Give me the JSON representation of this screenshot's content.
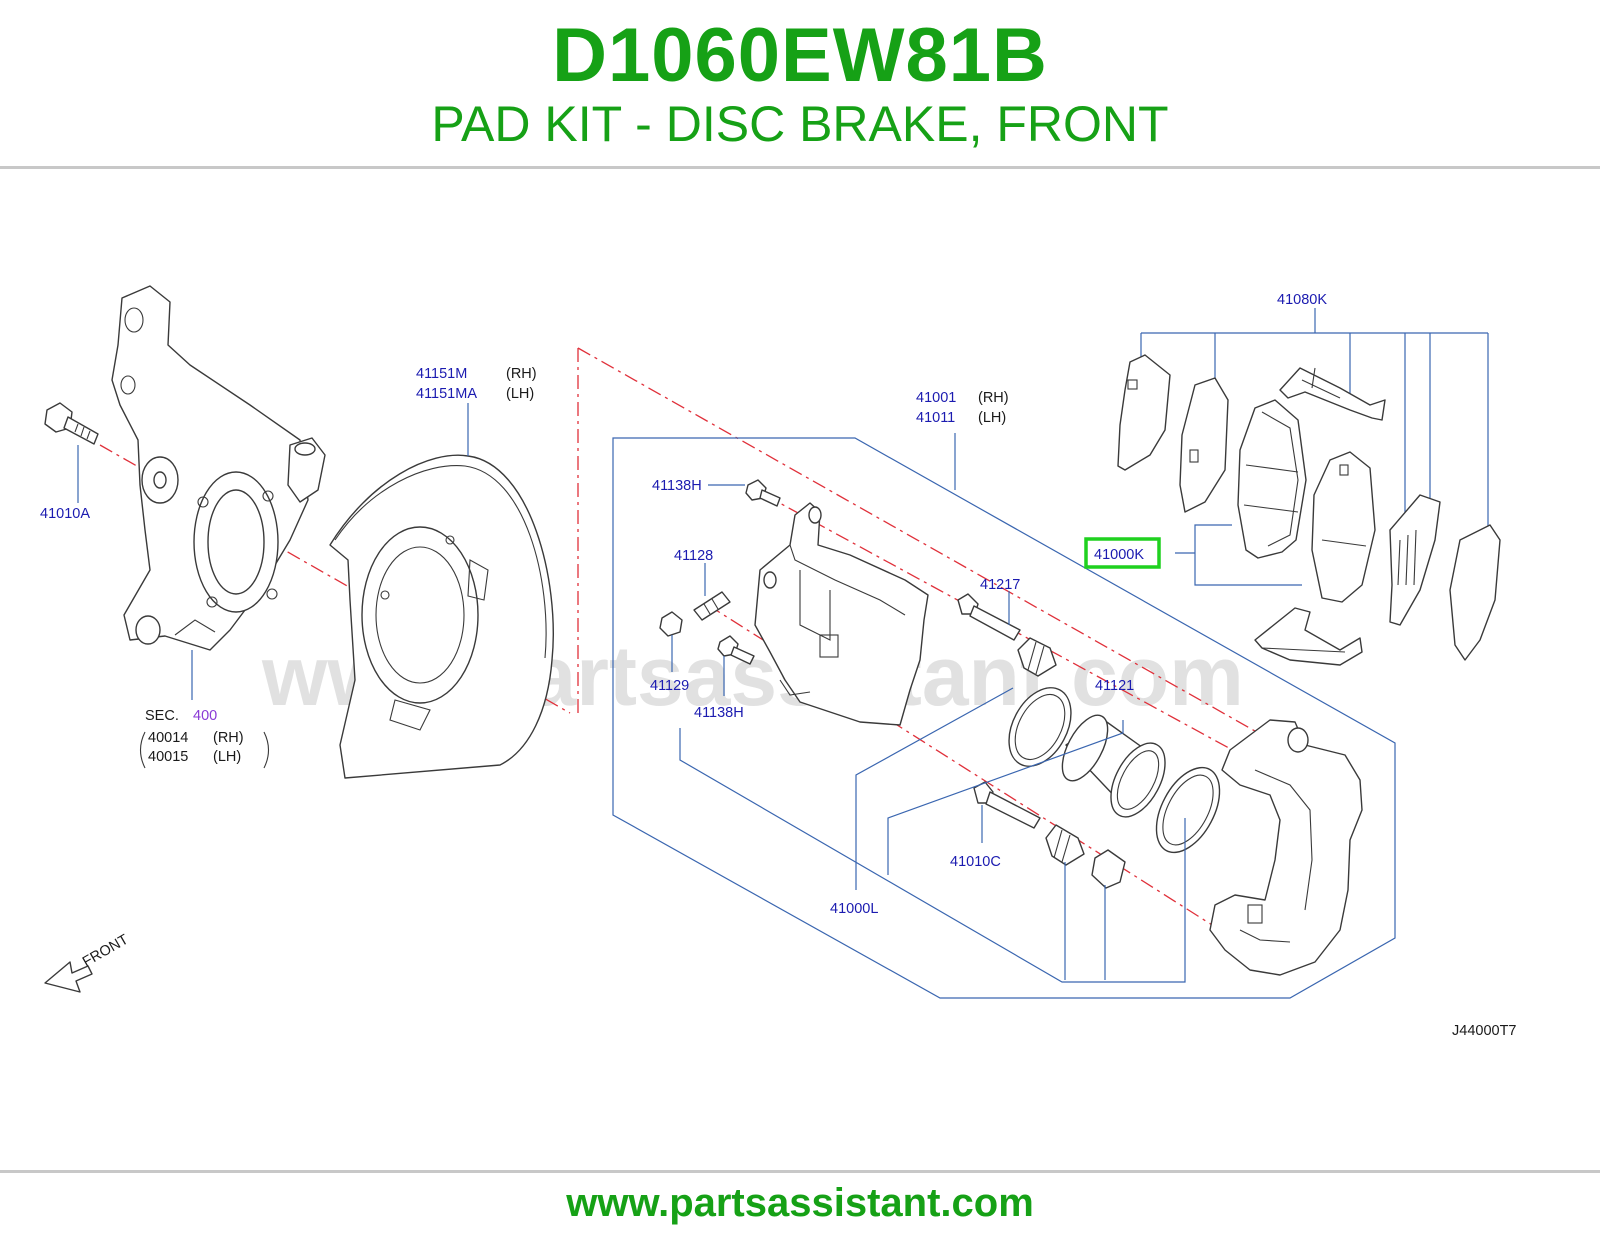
{
  "header": {
    "part_number": "D1060EW81B",
    "part_name": "PAD KIT - DISC BRAKE, FRONT"
  },
  "footer": {
    "url": "www.partsassistant.com"
  },
  "diagram": {
    "watermark": "www.partsassistant.com",
    "drawing_code": "J44000T7",
    "front_label": "FRONT",
    "highlighted_part": "41000K",
    "highlight_color": "#1fd11f",
    "labels": {
      "bolt_41010A": "41010A",
      "sec": "SEC.",
      "sec_number": "400",
      "knuckle_rh_code": "40014",
      "knuckle_rh": "(RH)",
      "knuckle_lh_code": "40015",
      "knuckle_lh": "(LH)",
      "plate_rh_code": "41151M",
      "plate_rh": "(RH)",
      "plate_lh_code": "41151MA",
      "plate_lh": "(LH)",
      "caliper_rh_code": "41001",
      "caliper_rh": "(RH)",
      "caliper_lh_code": "41011",
      "caliper_lh": "(LH)",
      "bolt_41138H_top": "41138H",
      "bleeder_41128": "41128",
      "cap_41129": "41129",
      "bolt_41138H_bottom": "41138H",
      "pin_41217": "41217",
      "seal_41121": "41121",
      "pin_41010C": "41010C",
      "kit_41000L": "41000L",
      "shim_kit_41080K": "41080K",
      "pad_kit_41000K": "41000K"
    }
  }
}
